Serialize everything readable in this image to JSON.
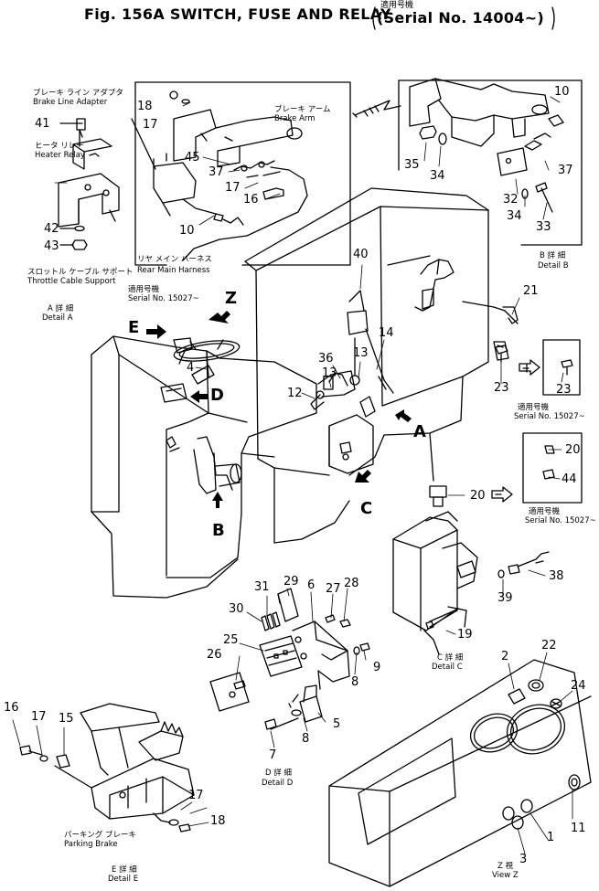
{
  "title": {
    "main": "Fig. 156A SWITCH, FUSE AND RELAY",
    "serial_jp": "適用号機",
    "serial": "(Serial No. 14004~)"
  },
  "labels": {
    "brake_line_adapter_jp": "ブレーキ ライン アダプタ",
    "brake_line_adapter": "Brake Line Adapter",
    "heater_relay_jp": "ヒータ リレー",
    "heater_relay": "Heater Relay",
    "throttle_support_jp": "スロットル ケーブル サポート",
    "throttle_support": "Throttle Cable Support",
    "brake_arm_jp": "ブレーキ アーム",
    "brake_arm": "Brake Arm",
    "rear_harness_jp": "リヤ メイン ハーネス",
    "rear_harness": "Rear Main Harness",
    "parking_brake_jp": "パーキング ブレーキ",
    "parking_brake": "Parking Brake"
  },
  "details": {
    "a_jp": "A 詳 細",
    "a": "Detail A",
    "b_jp": "B 詳 細",
    "b": "Detail B",
    "c_jp": "C 詳 細",
    "c": "Detail C",
    "d_jp": "D 詳 細",
    "d": "Detail D",
    "e_jp": "E 詳 細",
    "e": "Detail E",
    "z_jp": "Z 視",
    "z": "View Z"
  },
  "serials": {
    "s1_jp": "適用号機",
    "s1": "Serial No. 15027~",
    "s2_jp": "適用号機",
    "s2": "Serial No. 15027~",
    "s3_jp": "適用号機",
    "s3": "Serial No. 15027~"
  },
  "view_letters": {
    "a": "A",
    "b": "B",
    "c": "C",
    "d": "D",
    "e": "E",
    "z": "Z"
  },
  "callouts": {
    "c41": "41",
    "c42": "42",
    "c43": "43",
    "c18a": "18",
    "c17a": "17",
    "c45": "45",
    "c37a": "37",
    "c17b": "17",
    "c16a": "16",
    "c10a": "10",
    "c10b": "10",
    "c35": "35",
    "c34a": "34",
    "c37b": "37",
    "c32": "32",
    "c34b": "34",
    "c33": "33",
    "c40": "40",
    "c21": "21",
    "c14": "14",
    "c36": "36",
    "c13a": "13",
    "c13b": "13",
    "c12": "12",
    "c4": "4",
    "c23a": "23",
    "c23b": "23",
    "c20a": "20",
    "c44": "44",
    "c20b": "20",
    "c38": "38",
    "c39": "39",
    "c19": "19",
    "c31": "31",
    "c29": "29",
    "c6": "6",
    "c27": "27",
    "c28": "28",
    "c30": "30",
    "c25": "25",
    "c26": "26",
    "c9": "9",
    "c8a": "8",
    "c5": "5",
    "c8b": "8",
    "c7": "7",
    "c16b": "16",
    "c17c": "17",
    "c15": "15",
    "c17d": "17",
    "c18b": "18",
    "c2": "2",
    "c22": "22",
    "c24": "24",
    "c1": "1",
    "c3": "3",
    "c11": "11"
  }
}
